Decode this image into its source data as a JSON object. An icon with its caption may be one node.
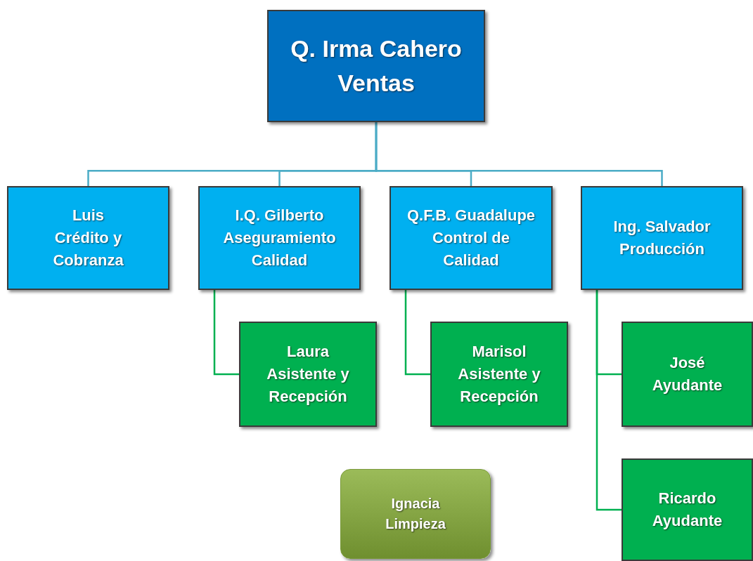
{
  "diagram": {
    "nodes": [
      {
        "text": [
          "Q. Irma Cahero",
          "Ventas"
        ]
      },
      {
        "text": [
          "Luis",
          "Crédito y Cobranza"
        ]
      },
      {
        "text": [
          "I.Q. Gilberto",
          "Aseguramiento Calidad"
        ]
      },
      {
        "text": [
          "Q.F.B. Guadalupe",
          "Control de Calidad"
        ]
      },
      {
        "text": [
          "Ing. Salvador",
          "Producción"
        ]
      },
      {
        "text": [
          "Laura",
          "Asistente y Recepción"
        ]
      },
      {
        "text": [
          "Marisol",
          "Asistente y Recepción"
        ]
      },
      {
        "text": [
          "José",
          "Ayudante"
        ]
      },
      {
        "text": [
          "Ricardo",
          "Ayudante"
        ]
      },
      {
        "text": [
          "Ignacia",
          "Limpieza"
        ]
      }
    ],
    "edges": [
      {
        "from": 0,
        "to": 1,
        "arrow": "none"
      },
      {
        "from": 0,
        "to": 2,
        "arrow": "none"
      },
      {
        "from": 0,
        "to": 3,
        "arrow": "none"
      },
      {
        "from": 0,
        "to": 4,
        "arrow": "none"
      },
      {
        "from": 2,
        "to": 5,
        "arrow": "none",
        "color": "#00b050"
      },
      {
        "from": 3,
        "to": 6,
        "arrow": "none",
        "color": "#00b050"
      },
      {
        "from": 4,
        "to": 7,
        "arrow": "none",
        "color": "#00b050"
      },
      {
        "from": 4,
        "to": 8,
        "arrow": "none",
        "color": "#00b050"
      }
    ]
  }
}
